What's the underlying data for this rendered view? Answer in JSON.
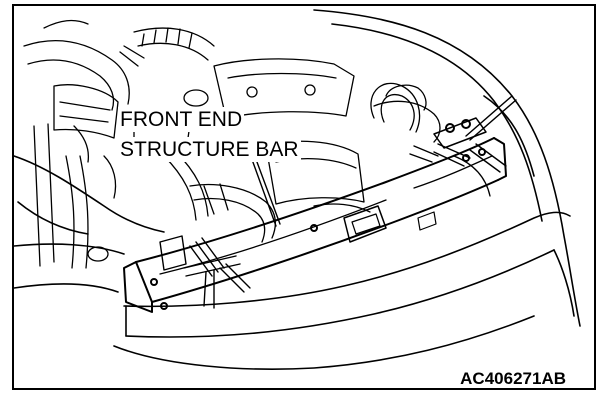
{
  "callout": {
    "line1": "FRONT END",
    "line2": "STRUCTURE BAR"
  },
  "figure_code": "AC406271AB",
  "colors": {
    "ink": "#000000",
    "paper": "#ffffff"
  }
}
